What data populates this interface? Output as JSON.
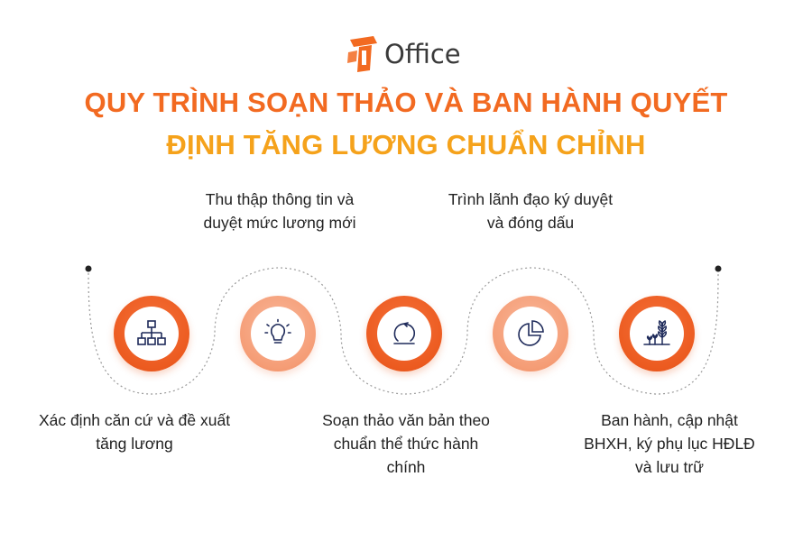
{
  "brand": {
    "name": "Office",
    "mark_digit": "1",
    "color": "#f26a21"
  },
  "title": {
    "line1": "QUY TRÌNH SOẠN THẢO VÀ BAN HÀNH QUYẾT",
    "line2": "ĐỊNH TĂNG LƯƠNG CHUẨN CHỈNH",
    "line1_color": "#f26a21",
    "line2_color": "#f5a21b"
  },
  "steps": [
    {
      "icon": "org-chart-icon",
      "label": "Xác định căn cứ và đề xuất tăng lương",
      "ring": "deep"
    },
    {
      "icon": "lightbulb-icon",
      "label": "Thu thập thông tin và duyệt mức lương mới",
      "ring": "light"
    },
    {
      "icon": "cycle-arrow-icon",
      "label": "Soạn thảo văn bản theo chuẩn thể thức hành chính",
      "ring": "deep"
    },
    {
      "icon": "pie-chart-icon",
      "label": "Trình lãnh đạo ký duyệt và đóng dấu",
      "ring": "light"
    },
    {
      "icon": "plant-growth-icon",
      "label": "Ban hành, cập nhật BHXH, ký phụ lục HĐLĐ và lưu trữ",
      "ring": "deep"
    }
  ]
}
